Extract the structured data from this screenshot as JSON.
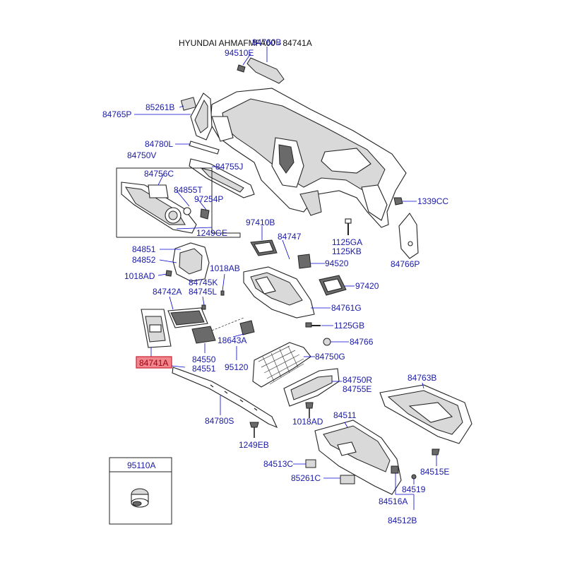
{
  "header": {
    "title": "HYUNDAI AHMAFMFA00 - 84741A",
    "overlap_code": "84760B"
  },
  "highlight": {
    "part_no": "84741A",
    "color": "#f0868e"
  },
  "labels": {
    "l84760b": "84760B",
    "l94510e": "94510E",
    "l85261b": "85261B",
    "l84765p": "84765P",
    "l84780l": "84780L",
    "l84750v": "84750V",
    "l84755j": "84755J",
    "l84756c": "84756C",
    "l84855t": "84855T",
    "l97254p": "97254P",
    "l1249ge": "1249GE",
    "l1339cc": "1339CC",
    "l97410b": "97410B",
    "l84747": "84747",
    "l1125ga": "1125GA",
    "l1125kb": "1125KB",
    "l84851": "84851",
    "l84852": "84852",
    "l1018ad_a": "1018AD",
    "l1018ab": "1018AB",
    "l94520": "94520",
    "l84766p": "84766P",
    "l84745k": "84745K",
    "l84745l": "84745L",
    "l97420": "97420",
    "l84742a": "84742A",
    "l84761g": "84761G",
    "l1125gb": "1125GB",
    "l18643a": "18643A",
    "l84766": "84766",
    "l84550": "84550",
    "l84551": "84551",
    "l95120": "95120",
    "l84750g": "84750G",
    "l84750r": "84750R",
    "l84755e": "84755E",
    "l84763b": "84763B",
    "l84780s": "84780S",
    "l1018ad_b": "1018AD",
    "l84511": "84511",
    "l1249eb": "1249EB",
    "l84513c": "84513C",
    "l84515e": "84515E",
    "l95110a": "95110A",
    "l85261c": "85261C",
    "l84519": "84519",
    "l84516a": "84516A",
    "l84512b": "84512B"
  }
}
